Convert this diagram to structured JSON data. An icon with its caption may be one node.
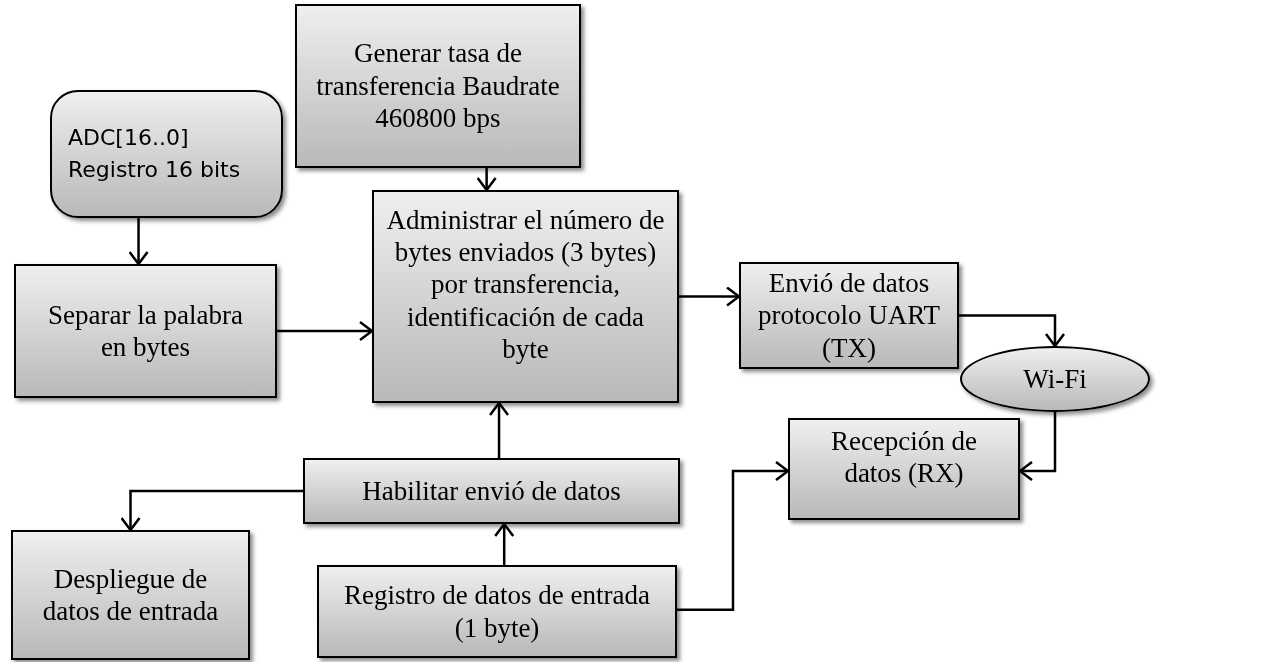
{
  "diagram": {
    "nodes": [
      {
        "text": [
          "ADC[16..0] Registro 16 bits"
        ]
      },
      {
        "text": [
          "Generar tasa de transferencia Baudrate 460800 bps"
        ]
      },
      {
        "text": [
          "Separar la palabra en bytes"
        ]
      },
      {
        "text": [
          "Administrar el número de bytes enviados (3 bytes) por transferencia, identificación de cada byte"
        ]
      },
      {
        "text": [
          "Envió de datos protocolo UART (TX)"
        ]
      },
      {
        "text": [
          "Wi-Fi"
        ]
      },
      {
        "text": [
          "Recepción de datos (RX)"
        ]
      },
      {
        "text": [
          "Habilitar envió de datos"
        ]
      },
      {
        "text": [
          "Despliegue de datos de entrada"
        ]
      },
      {
        "text": [
          "Registro de datos de entrada (1 byte)"
        ]
      }
    ],
    "edges": [
      {
        "from": 0,
        "to": 2,
        "arrow": "to"
      },
      {
        "from": 1,
        "to": 3,
        "arrow": "to"
      },
      {
        "from": 2,
        "to": 3,
        "arrow": "to"
      },
      {
        "from": 3,
        "to": 4,
        "arrow": "to"
      },
      {
        "from": 4,
        "to": 5,
        "arrow": "to"
      },
      {
        "from": 5,
        "to": 6,
        "arrow": "to"
      },
      {
        "from": 7,
        "to": 3,
        "arrow": "to"
      },
      {
        "from": 7,
        "to": 8,
        "arrow": "to"
      },
      {
        "from": 9,
        "to": 7,
        "arrow": "to"
      },
      {
        "from": 9,
        "to": 6,
        "arrow": "to"
      }
    ]
  }
}
